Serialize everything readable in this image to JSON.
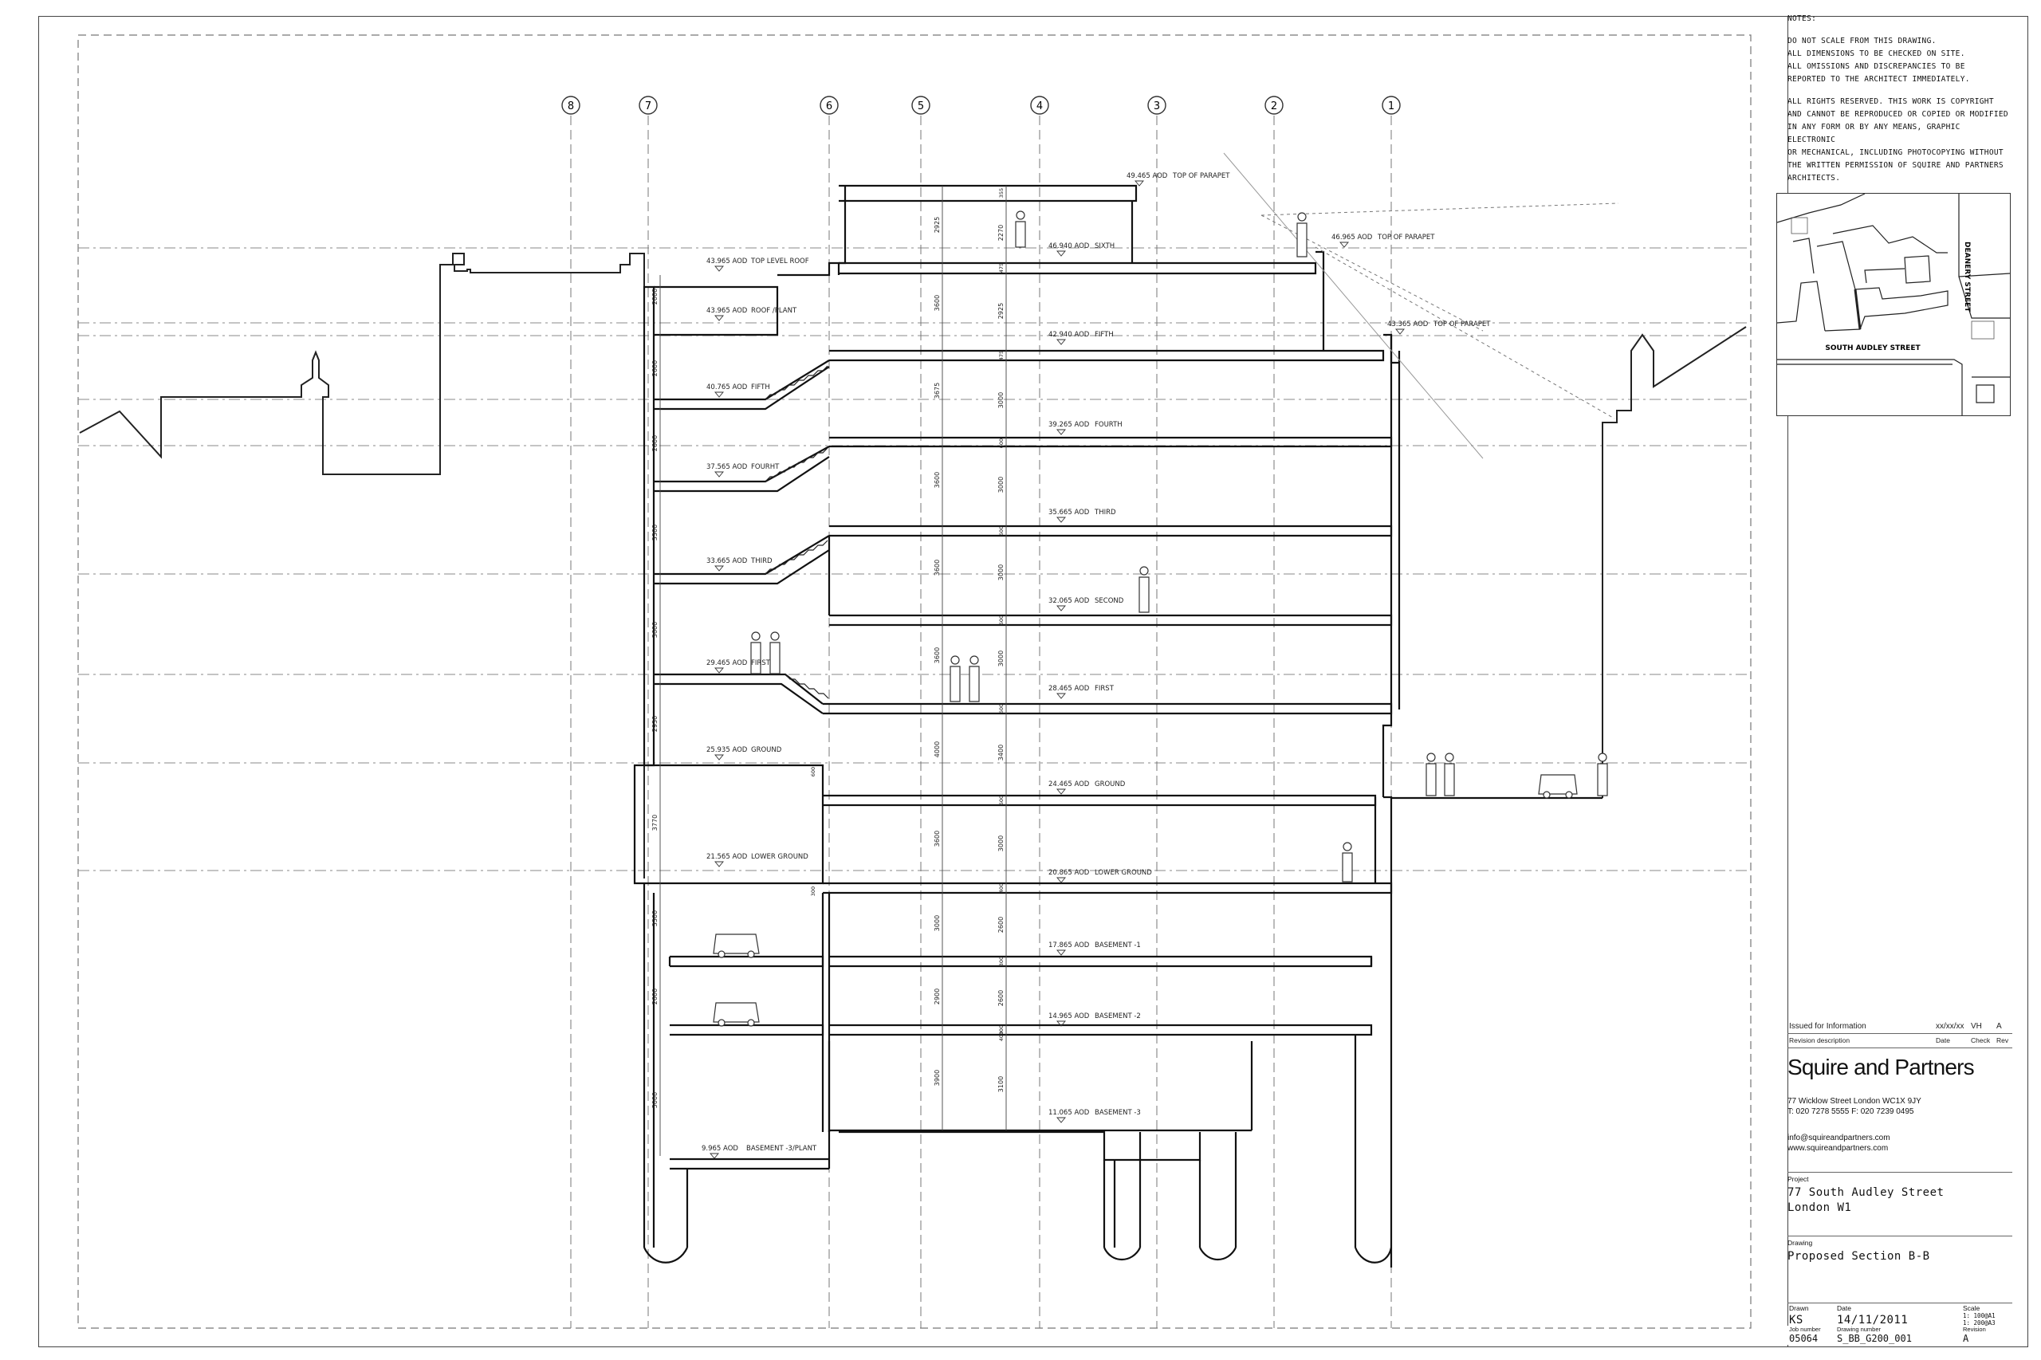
{
  "grid": {
    "labels": [
      "8",
      "7",
      "6",
      "5",
      "4",
      "3",
      "2",
      "1"
    ]
  },
  "levels_right": [
    {
      "aod": "49.465 AOD",
      "name": "TOP OF PARAPET"
    },
    {
      "aod": "46.965 AOD",
      "name": "TOP OF PARAPET"
    },
    {
      "aod": "46.940 AOD",
      "name": "SIXTH"
    },
    {
      "aod": "43.365 AOD",
      "name": "TOP OF PARAPET"
    },
    {
      "aod": "42.940 AOD",
      "name": "FIFTH"
    },
    {
      "aod": "39.265 AOD",
      "name": "FOURTH"
    },
    {
      "aod": "35.665 AOD",
      "name": "THIRD"
    },
    {
      "aod": "32.065 AOD",
      "name": "SECOND"
    },
    {
      "aod": "28.465 AOD",
      "name": "FIRST"
    },
    {
      "aod": "24.465 AOD",
      "name": "GROUND"
    },
    {
      "aod": "20.865 AOD",
      "name": "LOWER GROUND"
    },
    {
      "aod": "17.865 AOD",
      "name": "BASEMENT -1"
    },
    {
      "aod": "14.965 AOD",
      "name": "BASEMENT -2"
    },
    {
      "aod": "11.065 AOD",
      "name": "BASEMENT -3"
    }
  ],
  "levels_left": [
    {
      "aod": "43.965 AOD",
      "name": "TOP LEVEL ROOF"
    },
    {
      "aod": "43.965 AOD",
      "name": "ROOF /PLANT"
    },
    {
      "aod": "40.765 AOD",
      "name": "FIFTH"
    },
    {
      "aod": "37.565 AOD",
      "name": "FOURHT"
    },
    {
      "aod": "33.665 AOD",
      "name": "THIRD"
    },
    {
      "aod": "29.465 AOD",
      "name": "FIRST"
    },
    {
      "aod": "25.935 AOD",
      "name": "GROUND"
    },
    {
      "aod": "21.565 AOD",
      "name": "LOWER GROUND"
    },
    {
      "aod": "9.965 AOD",
      "name": "BASEMENT -3/PLANT"
    }
  ],
  "dims_left": [
    "2000",
    "2600",
    "2600",
    "3300",
    "3600",
    "2930",
    "3770",
    "3300",
    "2600",
    "5000"
  ],
  "dims_mid": [
    "2925",
    "3600",
    "3675",
    "3600",
    "3600",
    "3600",
    "4000",
    "3600",
    "3000",
    "2900",
    "3900"
  ],
  "dims_right": [
    "2270",
    "2925",
    "3000",
    "3000",
    "3000",
    "3000",
    "3400",
    "3000",
    "2600",
    "2600",
    "3100"
  ],
  "slab_dims": [
    "355",
    "475",
    "475",
    "600",
    "600",
    "600",
    "600",
    "600",
    "400",
    "300",
    "300",
    "600",
    "400",
    "300"
  ],
  "notes": {
    "heading": "NOTES:",
    "para1": [
      "DO NOT SCALE FROM THIS DRAWING.",
      "ALL DIMENSIONS TO BE CHECKED ON SITE.",
      "ALL OMISSIONS AND DISCREPANCIES TO BE",
      "REPORTED  TO THE ARCHITECT IMMEDIATELY."
    ],
    "para2": [
      "ALL RIGHTS RESERVED. THIS WORK IS COPYRIGHT",
      "AND CANNOT BE REPRODUCED OR COPIED OR MODIFIED",
      "IN ANY FORM OR BY ANY MEANS, GRAPHIC ELECTRONIC",
      "OR MECHANICAL, INCLUDING PHOTOCOPYING WITHOUT",
      "THE WRITTEN PERMISSION OF SQUIRE AND PARTNERS",
      "ARCHITECTS."
    ]
  },
  "location_plan": {
    "street_east": "DEANERY STREET",
    "street_south": "SOUTH AUDLEY STREET"
  },
  "revision": {
    "description": "Issued for Information",
    "date": "xx/xx/xx",
    "check": "VH",
    "rev": "A",
    "h_description": "Revision description",
    "h_date": "Date",
    "h_check": "Check",
    "h_rev": "Rev"
  },
  "firm": {
    "name": "Squire and Partners",
    "address": "77 Wicklow Street London WC1X 9JY",
    "phone": "T: 020 7278 5555  F: 020 7239 0495",
    "email": "info@squireandpartners.com",
    "web": "www.squireandpartners.com"
  },
  "project": {
    "label": "Project",
    "line1": "77 South Audley Street",
    "line2": "London W1"
  },
  "drawing": {
    "label": "Drawing",
    "title": "Proposed Section B-B"
  },
  "meta": {
    "drawn_label": "Drawn",
    "drawn": "KS",
    "date_label": "Date",
    "date": "14/11/2011",
    "scale_label": "Scale",
    "scale1": "1: 100@A1",
    "scale2": "1: 200@A3",
    "job_label": "Job number",
    "job": "05064",
    "drawing_no_label": "Drawing number",
    "drawing_no": "S_BB_G200_001",
    "revision_label": "Revision",
    "revision": "A"
  }
}
